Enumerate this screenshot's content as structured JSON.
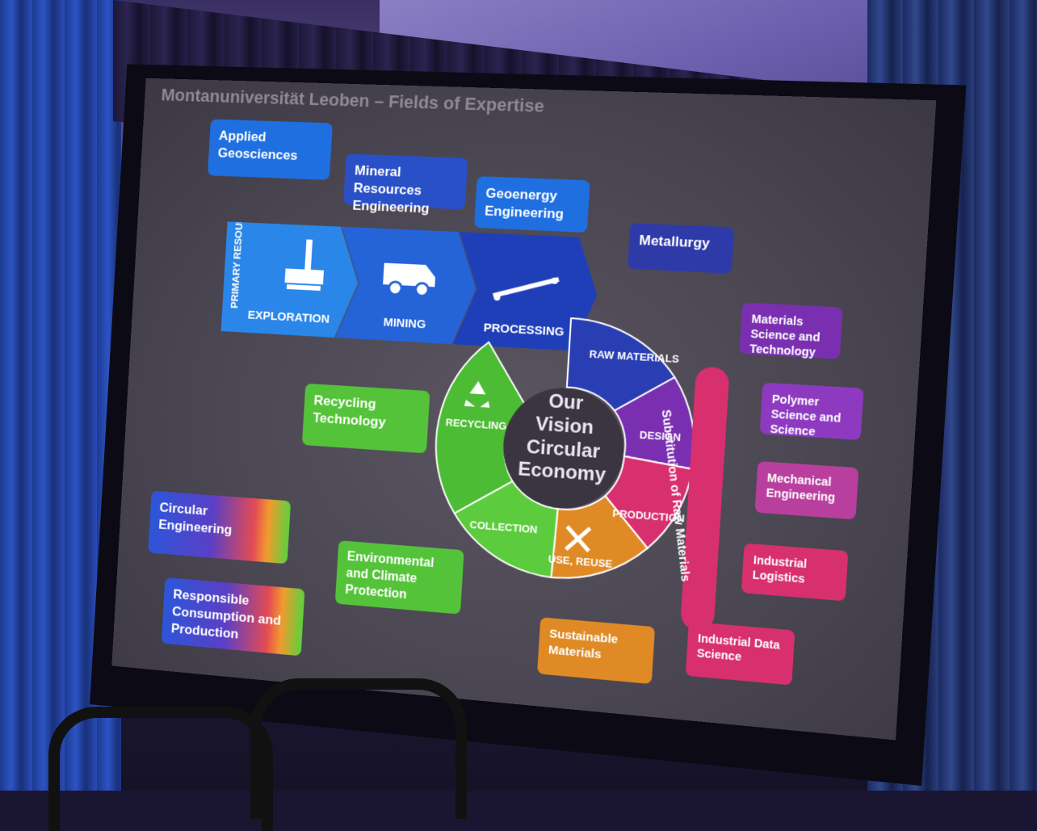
{
  "slide": {
    "title": "Montanuniversität Leoben – Fields of Expertise"
  },
  "boxes": {
    "applied_geosciences": "Applied Geosciences",
    "mineral_resources": "Mineral Resources Engineering",
    "geoenergy": "Geoenergy Engineering",
    "metallurgy": "Metallurgy",
    "materials_science": "Materials Science and Technology",
    "polymer_science": "Polymer Science and Science",
    "mechanical": "Mechanical Engineering",
    "industrial_logistics": "Industrial Logistics",
    "industrial_data": "Industrial Data Science",
    "sustainable_materials": "Sustainable Materials",
    "recycling_technology": "Recycling Technology",
    "environmental": "Environmental and Climate Protection",
    "circular_engineering": "Circular Engineering",
    "responsible": "Responsible Consumption and Production"
  },
  "process": {
    "primary_resources": "PRIMARY RESOURCES",
    "exploration": "EXPLORATION",
    "mining": "MINING",
    "processing": "PROCESSING",
    "raw_materials": "RAW MATERIALS",
    "design": "DESIGN",
    "production": "PRODUCTION",
    "use_reuse": "USE, REUSE",
    "collection": "COLLECTION",
    "recycling": "RECYCLING"
  },
  "center": {
    "line1": "Our",
    "line2": "Vision",
    "line3": "Circular",
    "line4": "Economy"
  },
  "arc_label": "Substitution of Raw Materials",
  "colors": {
    "blue": "#1f6fe0",
    "purple": "#7a2fb0",
    "pink": "#d8306e",
    "orange": "#e08a26",
    "green": "#54c33a"
  }
}
